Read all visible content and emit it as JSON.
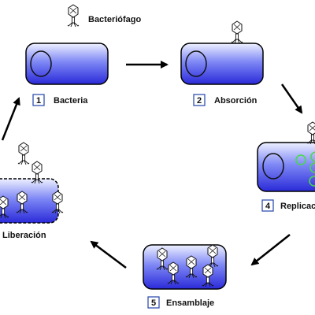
{
  "legend": {
    "label": "Bacteriófago"
  },
  "steps": [
    {
      "number": "1",
      "label": "Bacteria"
    },
    {
      "number": "2",
      "label": "Absorción"
    },
    {
      "number": "4",
      "label": "Replicación"
    },
    {
      "number": "5",
      "label": "Ensamblaje"
    },
    {
      "label": "Liberación"
    }
  ],
  "colors": {
    "cell_light": "#eef1ff",
    "cell_dark": "#2a2ad8",
    "outline": "#000000",
    "number_box": "#2244aa",
    "replication_dna": "#44dd44",
    "arrow": "#000000"
  }
}
